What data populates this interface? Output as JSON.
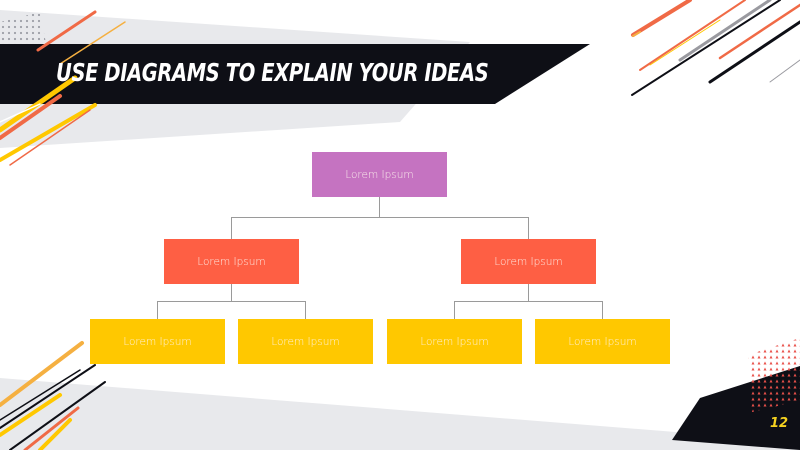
{
  "slide": {
    "title": "USE DIAGRAMS TO EXPLAIN YOUR IDEAS",
    "page_number": "12"
  },
  "colors": {
    "level1": "#c573c1",
    "level2": "#fe5f44",
    "level3": "#ffc800",
    "banner": "#0e0f16",
    "gray_band": "#e8e9ec",
    "connector": "#9a9a9a",
    "page_number": "#f5d220"
  },
  "diagram": {
    "root": {
      "label": "Lorem Ipsum"
    },
    "level2": [
      {
        "label": "Lorem Ipsum"
      },
      {
        "label": "Lorem Ipsum"
      }
    ],
    "level3": [
      {
        "label": "Lorem Ipsum"
      },
      {
        "label": "Lorem Ipsum"
      },
      {
        "label": "Lorem Ipsum"
      },
      {
        "label": "Lorem Ipsum"
      }
    ]
  }
}
